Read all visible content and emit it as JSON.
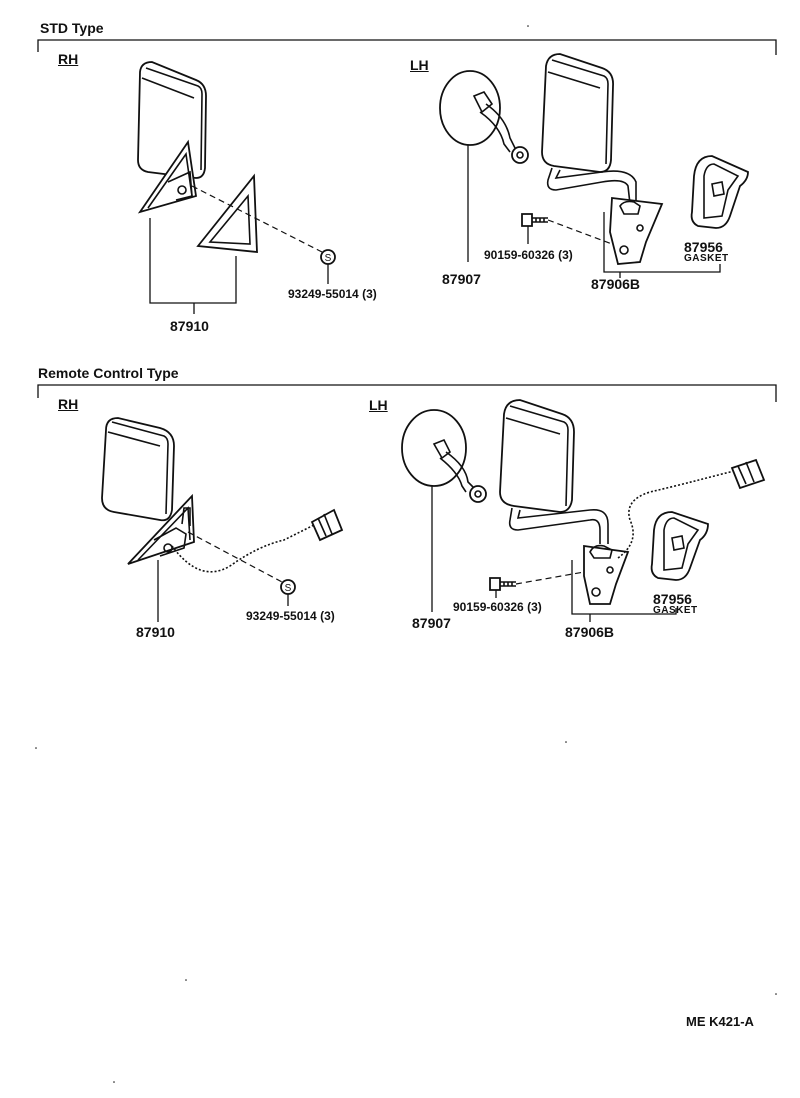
{
  "sections": [
    {
      "title": "STD  Type",
      "rh_label": "RH",
      "lh_label": "LH",
      "rh_parts": {
        "assembly": "87910",
        "screw": "93249-55014 (3)",
        "screw_symbol": "S"
      },
      "lh_parts": {
        "mirror": "87907",
        "bracket": "87906B",
        "bolt": "90159-60326 (3)",
        "gasket_no": "87956",
        "gasket": "GASKET"
      }
    },
    {
      "title": "Remote Control Type",
      "rh_label": "RH",
      "lh_label": "LH",
      "rh_parts": {
        "assembly": "87910",
        "screw": "93249-55014 (3)",
        "screw_symbol": "S"
      },
      "lh_parts": {
        "mirror": "87907",
        "bracket": "87906B",
        "bolt": "90159-60326 (3)",
        "gasket_no": "87956",
        "gasket": "GASKET"
      }
    }
  ],
  "footer_code": "ME  K421-A"
}
